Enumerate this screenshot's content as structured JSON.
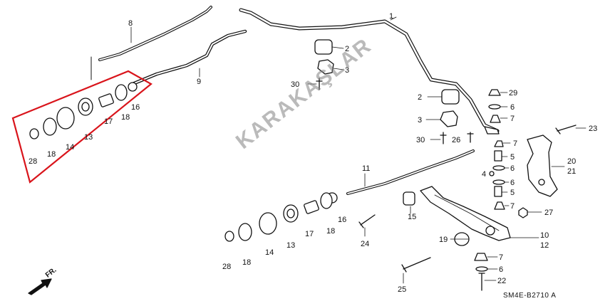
{
  "watermark": "KARAKAŞLAR",
  "diagram_code": "SM4E-B2710 A",
  "direction_label": "FR.",
  "highlight_color": "#d9141b",
  "labels": {
    "l1": "1",
    "l2a": "2",
    "l3a": "3",
    "l30a": "30",
    "l2b": "2",
    "l3b": "3",
    "l30b": "30",
    "l26": "26",
    "l29": "29",
    "l6a": "6",
    "l7a": "7",
    "l7b": "7",
    "l5a": "5",
    "l6b": "6",
    "l4": "4",
    "l6c": "6",
    "l5b": "5",
    "l7c": "7",
    "l23": "23",
    "l20": "20",
    "l21": "21",
    "l27": "27",
    "l8": "8",
    "l9": "9",
    "l16a": "16",
    "l18a": "18",
    "l17a": "17",
    "l13a": "13",
    "l14a": "14",
    "l18b": "18",
    "l28a": "28",
    "l11": "11",
    "l15": "15",
    "l16b": "16",
    "l18c": "18",
    "l17b": "17",
    "l13b": "13",
    "l14b": "14",
    "l18d": "18",
    "l28b": "28",
    "l24": "24",
    "l19": "19",
    "l10": "10",
    "l12": "12",
    "l7d": "7",
    "l6d": "6",
    "l22": "22",
    "l25": "25"
  }
}
